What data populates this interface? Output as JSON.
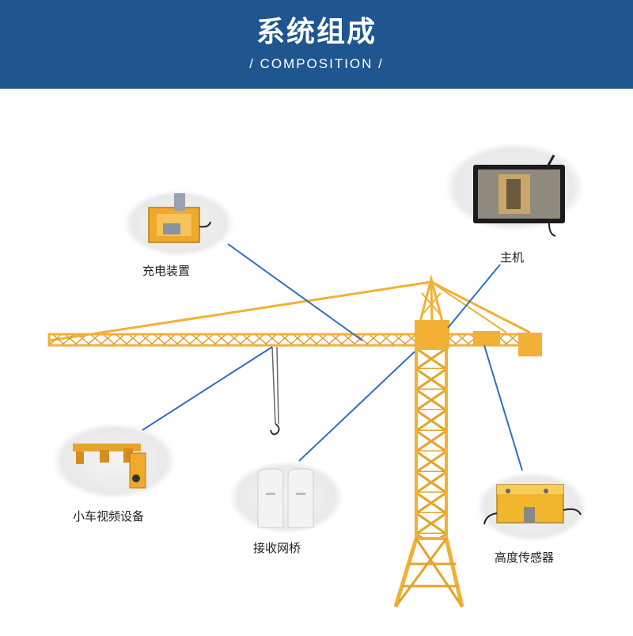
{
  "header": {
    "title": "系统组成",
    "subtitle": "/ COMPOSITION /",
    "background_color": "#1f5690"
  },
  "components": [
    {
      "label": "充电装置",
      "icon": "charging-device-icon"
    },
    {
      "label": "主机",
      "icon": "host-monitor-icon"
    },
    {
      "label": "小车视频设备",
      "icon": "trolley-video-device-icon"
    },
    {
      "label": "接收网桥",
      "icon": "receiving-bridge-icon"
    },
    {
      "label": "高度传感器",
      "icon": "height-sensor-icon"
    }
  ],
  "colors": {
    "crane": "#f2b035",
    "crane_stroke": "#d9951a",
    "connector_line": "#2f6fc0",
    "bubble": "#ececec"
  }
}
